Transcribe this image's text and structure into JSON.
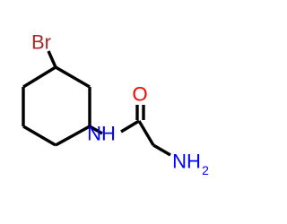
{
  "molecule": {
    "atoms": {
      "bromine": {
        "label": "Br",
        "color": "#a52a2a"
      },
      "amide_nh": {
        "label": "NH",
        "color": "#0000ff"
      },
      "carbonyl_o": {
        "label": "O",
        "color": "#ff0000"
      },
      "amine_n": {
        "label": "NH",
        "subscript": "2",
        "color": "#0000ff"
      }
    },
    "bond_color": "#000000"
  }
}
